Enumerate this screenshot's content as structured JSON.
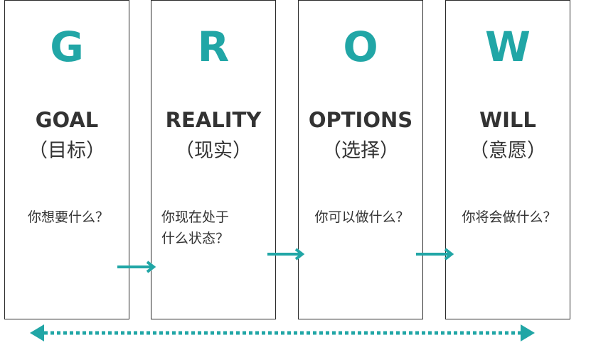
{
  "colors": {
    "accent": "#21a6a6",
    "text": "#333333",
    "border": "#2b2b2b"
  },
  "panels": [
    {
      "letter": "G",
      "word": "GOAL",
      "cn": "（目标）",
      "question": [
        "你想要什么？"
      ]
    },
    {
      "letter": "R",
      "word": "REALITY",
      "cn": "（现实）",
      "question": [
        "你现在处于",
        "什么状态？"
      ]
    },
    {
      "letter": "O",
      "word": "OPTIONS",
      "cn": "（选择）",
      "question": [
        "你可以做什么？"
      ]
    },
    {
      "letter": "W",
      "word": "WILL",
      "cn": "（意愿）",
      "question": [
        "你将会做什么？"
      ]
    }
  ],
  "connectors": {
    "icons": [
      "arrow-right-icon",
      "arrow-right-icon",
      "arrow-right-icon"
    ],
    "bottom": "double-arrow-dotted-icon"
  }
}
